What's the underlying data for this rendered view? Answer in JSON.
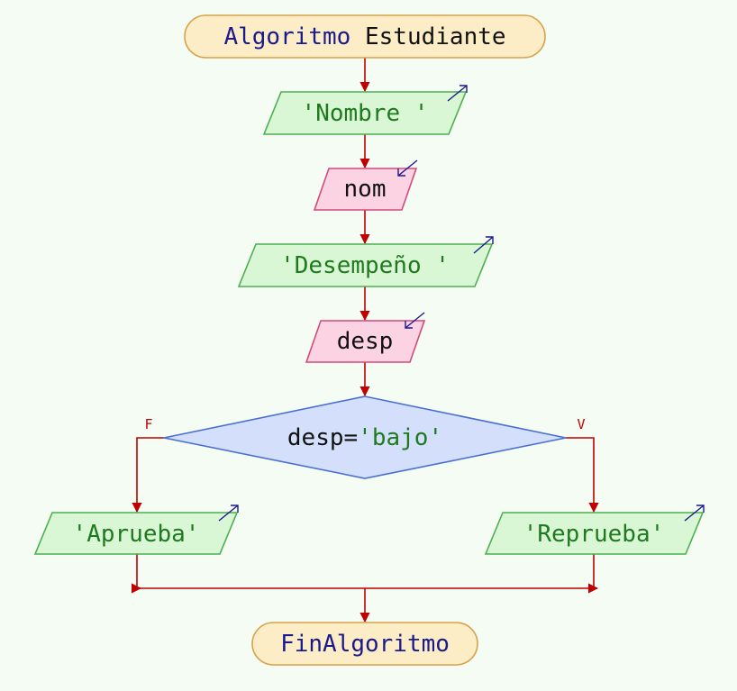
{
  "start": {
    "keyword": "Algoritmo",
    "name": "Estudiante"
  },
  "write_nombre": "'Nombre '",
  "read_nom": "nom",
  "write_desempeno": "'Desempeño '",
  "read_desp": "desp",
  "condition": {
    "var": "desp",
    "op": "=",
    "value": "'bajo'"
  },
  "branch_false_label": "F",
  "branch_true_label": "V",
  "write_aprueba": "'Aprueba'",
  "write_reprueba": "'Reprueba'",
  "end": "FinAlgoritmo",
  "colors": {
    "background": "#f4fcf4",
    "terminal_fill": "#fdedc7",
    "terminal_stroke": "#d8a24a",
    "output_fill": "#d9f7d4",
    "output_stroke": "#4caf50",
    "input_fill": "#fbd3e2",
    "input_stroke": "#d44a7a",
    "decision_fill": "#d4e0fb",
    "decision_stroke": "#4a6fd4",
    "arrow": "#c00000",
    "keyword_text": "#1a1a8c",
    "string_text": "#1f7a1f",
    "plain_text": "#111111",
    "io_arrow": "#1a1a8c"
  }
}
